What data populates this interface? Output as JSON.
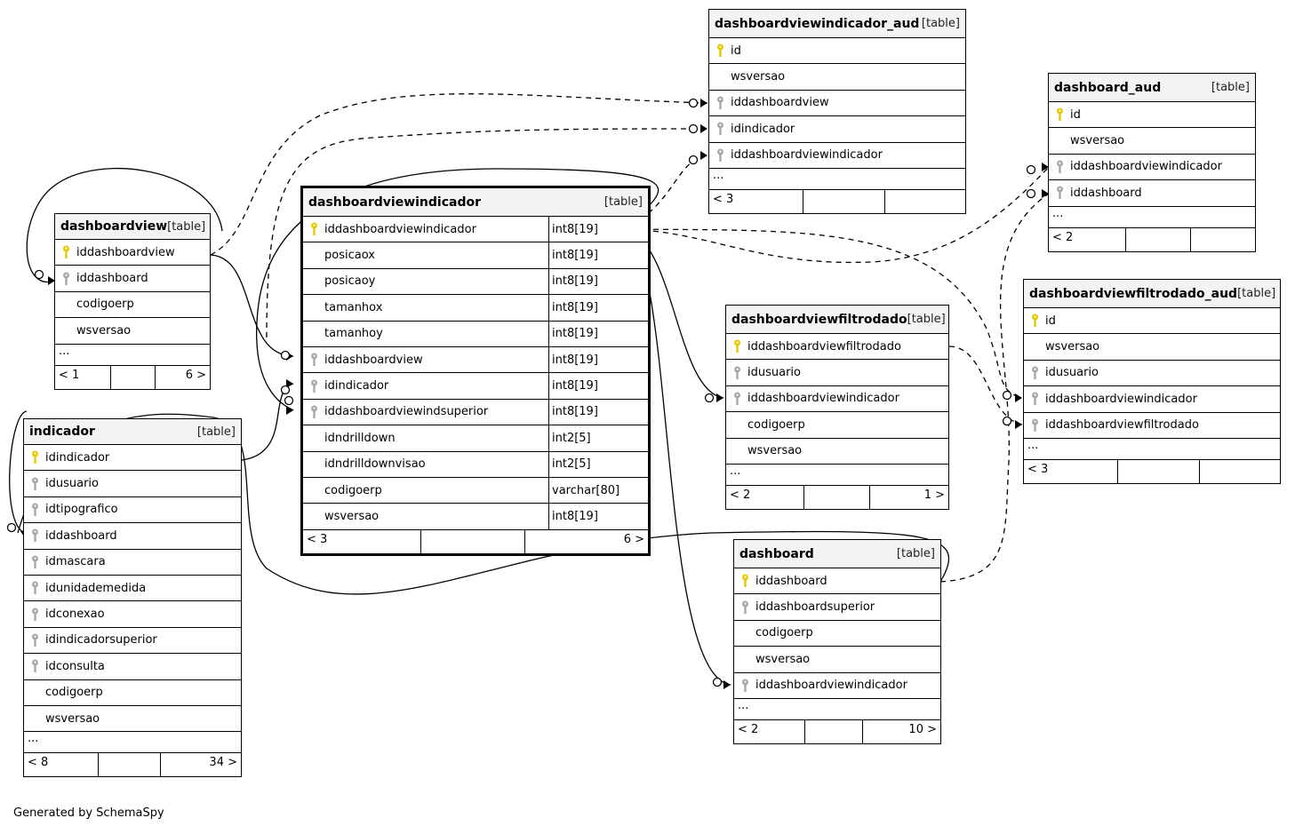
{
  "footer": "Generated by SchemaSpy",
  "tables": {
    "dashboardview": {
      "name": "dashboardview",
      "type": "[table]",
      "columns": [
        {
          "name": "iddashboardview",
          "key": "pk"
        },
        {
          "name": "iddashboard",
          "key": "fk"
        },
        {
          "name": "codigoerp",
          "key": ""
        },
        {
          "name": "wsversao",
          "key": ""
        }
      ],
      "more": "...",
      "foot": [
        "< 1",
        "",
        "6 >"
      ]
    },
    "indicador": {
      "name": "indicador",
      "type": "[table]",
      "columns": [
        {
          "name": "idindicador",
          "key": "pk"
        },
        {
          "name": "idusuario",
          "key": "fk"
        },
        {
          "name": "idtipografico",
          "key": "fk"
        },
        {
          "name": "iddashboard",
          "key": "fk"
        },
        {
          "name": "idmascara",
          "key": "fk"
        },
        {
          "name": "idunidademedida",
          "key": "fk"
        },
        {
          "name": "idconexao",
          "key": "fk"
        },
        {
          "name": "idindicadorsuperior",
          "key": "fk"
        },
        {
          "name": "idconsulta",
          "key": "fk"
        },
        {
          "name": "codigoerp",
          "key": ""
        },
        {
          "name": "wsversao",
          "key": ""
        }
      ],
      "more": "...",
      "foot": [
        "< 8",
        "",
        "34 >"
      ]
    },
    "dashboardviewindicador": {
      "name": "dashboardviewindicador",
      "type": "[table]",
      "columns": [
        {
          "name": "iddashboardviewindicador",
          "key": "pk",
          "type": "int8[19]"
        },
        {
          "name": "posicaox",
          "key": "",
          "type": "int8[19]"
        },
        {
          "name": "posicaoy",
          "key": "",
          "type": "int8[19]"
        },
        {
          "name": "tamanhox",
          "key": "",
          "type": "int8[19]"
        },
        {
          "name": "tamanhoy",
          "key": "",
          "type": "int8[19]"
        },
        {
          "name": "iddashboardview",
          "key": "fk",
          "type": "int8[19]"
        },
        {
          "name": "idindicador",
          "key": "fk",
          "type": "int8[19]"
        },
        {
          "name": "iddashboardviewindsuperior",
          "key": "fk",
          "type": "int8[19]"
        },
        {
          "name": "idndrilldown",
          "key": "",
          "type": "int2[5]"
        },
        {
          "name": "idndrilldownvisao",
          "key": "",
          "type": "int2[5]"
        },
        {
          "name": "codigoerp",
          "key": "",
          "type": "varchar[80]"
        },
        {
          "name": "wsversao",
          "key": "",
          "type": "int8[19]"
        }
      ],
      "foot": [
        "< 3",
        "",
        "6 >"
      ]
    },
    "dashboardviewindicador_aud": {
      "name": "dashboardviewindicador_aud",
      "type": "[table]",
      "columns": [
        {
          "name": "id",
          "key": "pk"
        },
        {
          "name": "wsversao",
          "key": ""
        },
        {
          "name": "iddashboardview",
          "key": "fk"
        },
        {
          "name": "idindicador",
          "key": "fk"
        },
        {
          "name": "iddashboardviewindicador",
          "key": "fk"
        }
      ],
      "more": "...",
      "foot": [
        "< 3",
        "",
        ""
      ]
    },
    "dashboard_aud": {
      "name": "dashboard_aud",
      "type": "[table]",
      "columns": [
        {
          "name": "id",
          "key": "pk"
        },
        {
          "name": "wsversao",
          "key": ""
        },
        {
          "name": "iddashboardviewindicador",
          "key": "fk"
        },
        {
          "name": "iddashboard",
          "key": "fk"
        }
      ],
      "more": "...",
      "foot": [
        "< 2",
        "",
        ""
      ]
    },
    "dashboardviewfiltrodado": {
      "name": "dashboardviewfiltrodado",
      "type": "[table]",
      "columns": [
        {
          "name": "iddashboardviewfiltrodado",
          "key": "pk"
        },
        {
          "name": "idusuario",
          "key": "fk"
        },
        {
          "name": "iddashboardviewindicador",
          "key": "fk"
        },
        {
          "name": "codigoerp",
          "key": ""
        },
        {
          "name": "wsversao",
          "key": ""
        }
      ],
      "more": "...",
      "foot": [
        "< 2",
        "",
        "1 >"
      ]
    },
    "dashboardviewfiltrodado_aud": {
      "name": "dashboardviewfiltrodado_aud",
      "type": "[table]",
      "columns": [
        {
          "name": "id",
          "key": "pk"
        },
        {
          "name": "wsversao",
          "key": ""
        },
        {
          "name": "idusuario",
          "key": "fk"
        },
        {
          "name": "iddashboardviewindicador",
          "key": "fk"
        },
        {
          "name": "iddashboardviewfiltrodado",
          "key": "fk"
        }
      ],
      "more": "...",
      "foot": [
        "< 3",
        "",
        ""
      ]
    },
    "dashboard": {
      "name": "dashboard",
      "type": "[table]",
      "columns": [
        {
          "name": "iddashboard",
          "key": "pk"
        },
        {
          "name": "iddashboardsuperior",
          "key": "fk"
        },
        {
          "name": "codigoerp",
          "key": ""
        },
        {
          "name": "wsversao",
          "key": ""
        },
        {
          "name": "iddashboardviewindicador",
          "key": "fk"
        }
      ],
      "more": "...",
      "foot": [
        "< 2",
        "",
        "10 >"
      ]
    }
  },
  "colors": {
    "pk_key": "#e8c800",
    "fk_key": "#a8a8a8",
    "header_bg": "#f3f3f3"
  }
}
